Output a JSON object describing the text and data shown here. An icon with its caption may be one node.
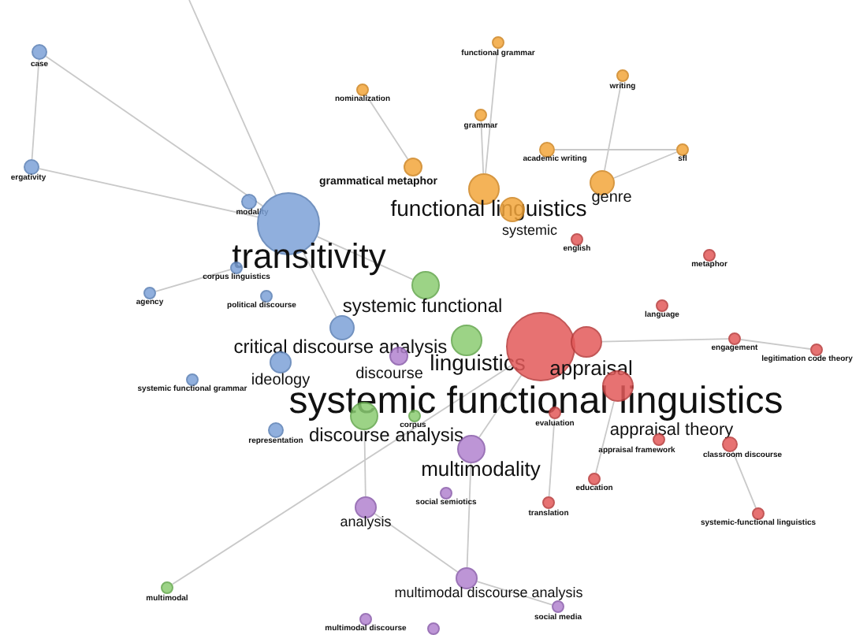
{
  "diagram": {
    "nodes": [
      {
        "text": [
          "functional grammar"
        ]
      },
      {
        "text": [
          "case"
        ]
      },
      {
        "text": [
          "writing"
        ]
      },
      {
        "text": [
          "nominalization"
        ]
      },
      {
        "text": [
          "grammar"
        ]
      },
      {
        "text": [
          "academic writing"
        ]
      },
      {
        "text": [
          "sfl"
        ]
      },
      {
        "text": [
          "ergativity"
        ]
      },
      {
        "text": [
          "grammatical metaphor"
        ]
      },
      {
        "text": [
          "genre"
        ]
      },
      {
        "text": [
          "functional linguistics"
        ]
      },
      {
        "text": [
          "modality"
        ]
      },
      {
        "text": [
          "systemic"
        ]
      },
      {
        "text": [
          "transitivity"
        ]
      },
      {
        "text": [
          "english"
        ]
      },
      {
        "text": [
          "metaphor"
        ]
      },
      {
        "text": [
          "corpus linguistics"
        ]
      },
      {
        "text": [
          "systemic functional"
        ]
      },
      {
        "text": [
          "agency"
        ]
      },
      {
        "text": [
          "political discourse"
        ]
      },
      {
        "text": [
          "language"
        ]
      },
      {
        "text": [
          "critical discourse analysis"
        ]
      },
      {
        "text": [
          "engagement"
        ]
      },
      {
        "text": [
          "linguistics"
        ]
      },
      {
        "text": [
          "systemic functional linguistics"
        ]
      },
      {
        "text": [
          "appraisal"
        ]
      },
      {
        "text": [
          "legitimation code theory"
        ]
      },
      {
        "text": [
          "discourse"
        ]
      },
      {
        "text": [
          "ideology"
        ]
      },
      {
        "text": [
          "systemic functional grammar"
        ]
      },
      {
        "text": [
          "appraisal theory"
        ]
      },
      {
        "text": [
          "evaluation"
        ]
      },
      {
        "text": [
          "discourse analysis"
        ]
      },
      {
        "text": [
          "corpus"
        ]
      },
      {
        "text": [
          "representation"
        ]
      },
      {
        "text": [
          "appraisal framework"
        ]
      },
      {
        "text": [
          "classroom discourse"
        ]
      },
      {
        "text": [
          "multimodality"
        ]
      },
      {
        "text": [
          "education"
        ]
      },
      {
        "text": [
          "social semiotics"
        ]
      },
      {
        "text": [
          "translation"
        ]
      },
      {
        "text": [
          "analysis"
        ]
      },
      {
        "text": [
          "systemic-functional linguistics"
        ]
      },
      {
        "text": [
          "multimodal discourse analysis"
        ]
      },
      {
        "text": [
          "multimodal"
        ]
      },
      {
        "text": [
          "social media"
        ]
      },
      {
        "text": [
          "multimodal discourse"
        ]
      },
      {
        "text": [],
        "shape": "circle"
      }
    ],
    "edges": [
      {
        "from": 1,
        "to": 7,
        "arrow": "none"
      },
      {
        "from": 1,
        "to": 13,
        "arrow": "none"
      },
      {
        "from": 7,
        "to": 13,
        "arrow": "none"
      },
      {
        "from": null,
        "to": 13,
        "arrow": "none"
      },
      {
        "from": 18,
        "to": 16,
        "arrow": "none"
      },
      {
        "from": 3,
        "to": 8,
        "arrow": "none"
      },
      {
        "from": 0,
        "to": 10,
        "arrow": "none"
      },
      {
        "from": 2,
        "to": 9,
        "arrow": "none"
      },
      {
        "from": 6,
        "to": 9,
        "arrow": "none"
      },
      {
        "from": 5,
        "to": 6,
        "arrow": "none"
      },
      {
        "from": 4,
        "to": 10,
        "arrow": "none"
      },
      {
        "from": 22,
        "to": 26,
        "arrow": "none"
      },
      {
        "from": 22,
        "to": 25,
        "arrow": "none"
      },
      {
        "from": 36,
        "to": 42,
        "arrow": "none"
      },
      {
        "from": 30,
        "to": 38,
        "arrow": "none"
      },
      {
        "from": 31,
        "to": 40,
        "arrow": "none"
      },
      {
        "from": 44,
        "to": 24,
        "arrow": "none"
      },
      {
        "from": 41,
        "to": 43,
        "arrow": "none"
      },
      {
        "from": 41,
        "to": 32,
        "arrow": "none"
      },
      {
        "from": 37,
        "to": 43,
        "arrow": "none"
      },
      {
        "from": 43,
        "to": 45,
        "arrow": "none"
      },
      {
        "from": 13,
        "to": 17,
        "arrow": "none"
      },
      {
        "from": 13,
        "to": 21,
        "arrow": "none"
      },
      {
        "from": 24,
        "to": 37,
        "arrow": "none"
      }
    ]
  }
}
